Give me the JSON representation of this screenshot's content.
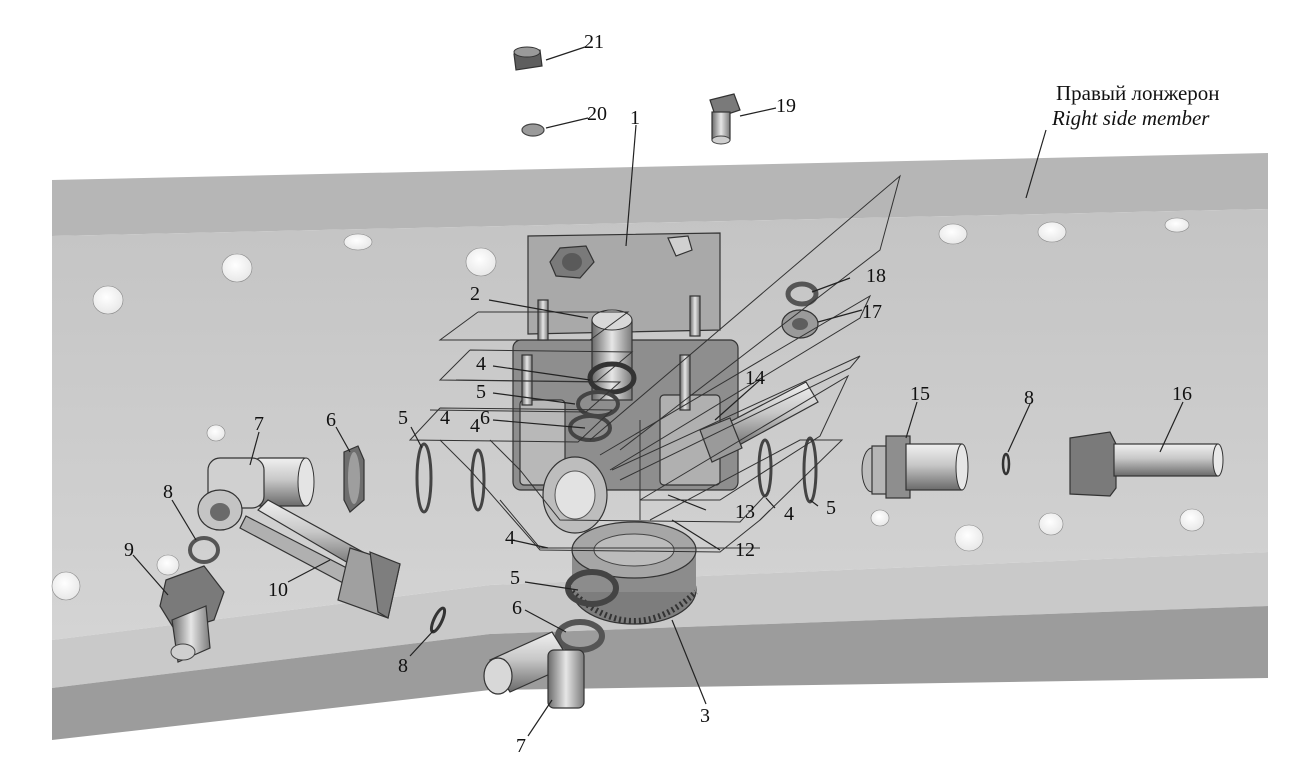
{
  "member_label": {
    "ru": "Правый лонжерон",
    "en": "Right side member"
  },
  "callouts": [
    "1",
    "2",
    "3",
    "4",
    "4",
    "4",
    "4",
    "4",
    "5",
    "5",
    "5",
    "5",
    "6",
    "6",
    "6",
    "7",
    "7",
    "8",
    "8",
    "8",
    "9",
    "10",
    "12",
    "13",
    "14",
    "15",
    "16",
    "17",
    "18",
    "19",
    "20",
    "21"
  ],
  "colors": {
    "rail_top": "#b9b9b9",
    "rail_face": "#cfcfcf",
    "rail_bottom": "#9a9a9a",
    "part_light": "#e2e2e2",
    "part_mid": "#a8a8a8",
    "part_dark": "#5e5e5e",
    "line": "#222222"
  }
}
